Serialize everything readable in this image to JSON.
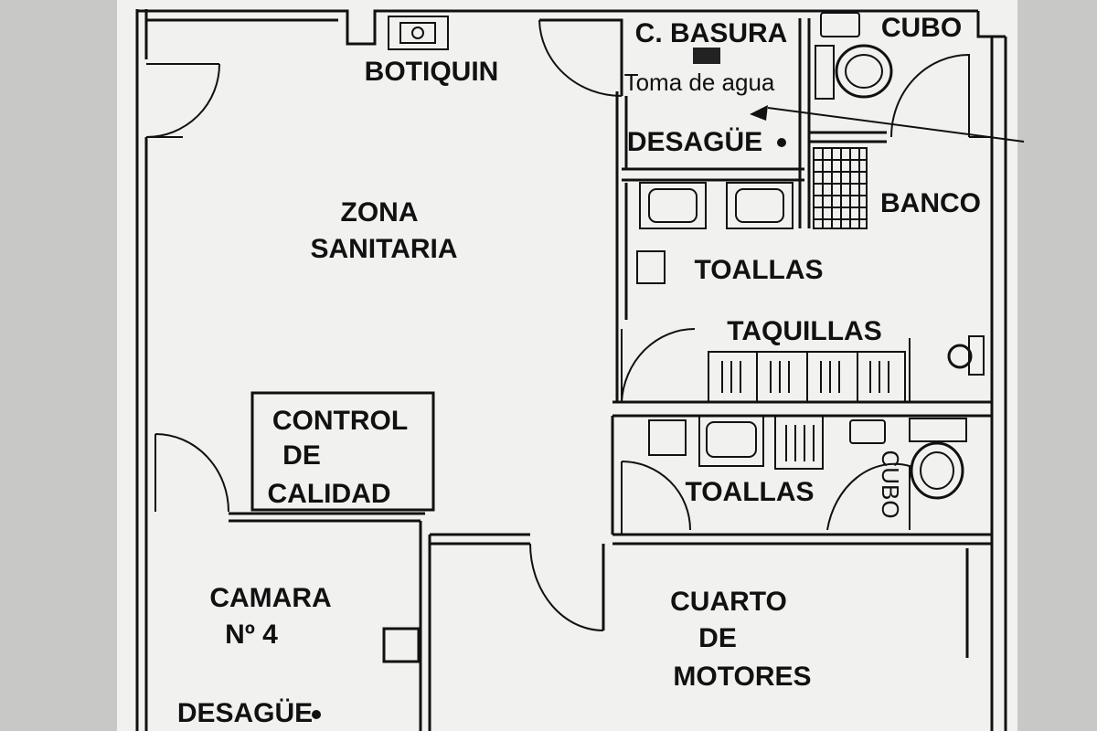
{
  "plan": {
    "rooms": {
      "zona_sanitaria": [
        "ZONA",
        "SANITARIA"
      ],
      "control_calidad": [
        "CONTROL",
        "DE",
        "CALIDAD"
      ],
      "camara": [
        "CAMARA",
        "Nº  4"
      ],
      "cuarto_motores": [
        "CUARTO",
        "DE",
        "MOTORES"
      ],
      "basura": "C. BASURA"
    },
    "labels": {
      "botiquin": "BOTIQUIN",
      "toma_agua": "Toma de agua",
      "desague_top": "DESAGÜE",
      "desague_bottom": "DESAGÜE",
      "cubo_top": "CUBO",
      "cubo_bottom": "CUBO",
      "banco": "BANCO",
      "toallas_top": "TOALLAS",
      "toallas_bottom": "TOALLAS",
      "taquillas": "TAQUILLAS"
    }
  }
}
